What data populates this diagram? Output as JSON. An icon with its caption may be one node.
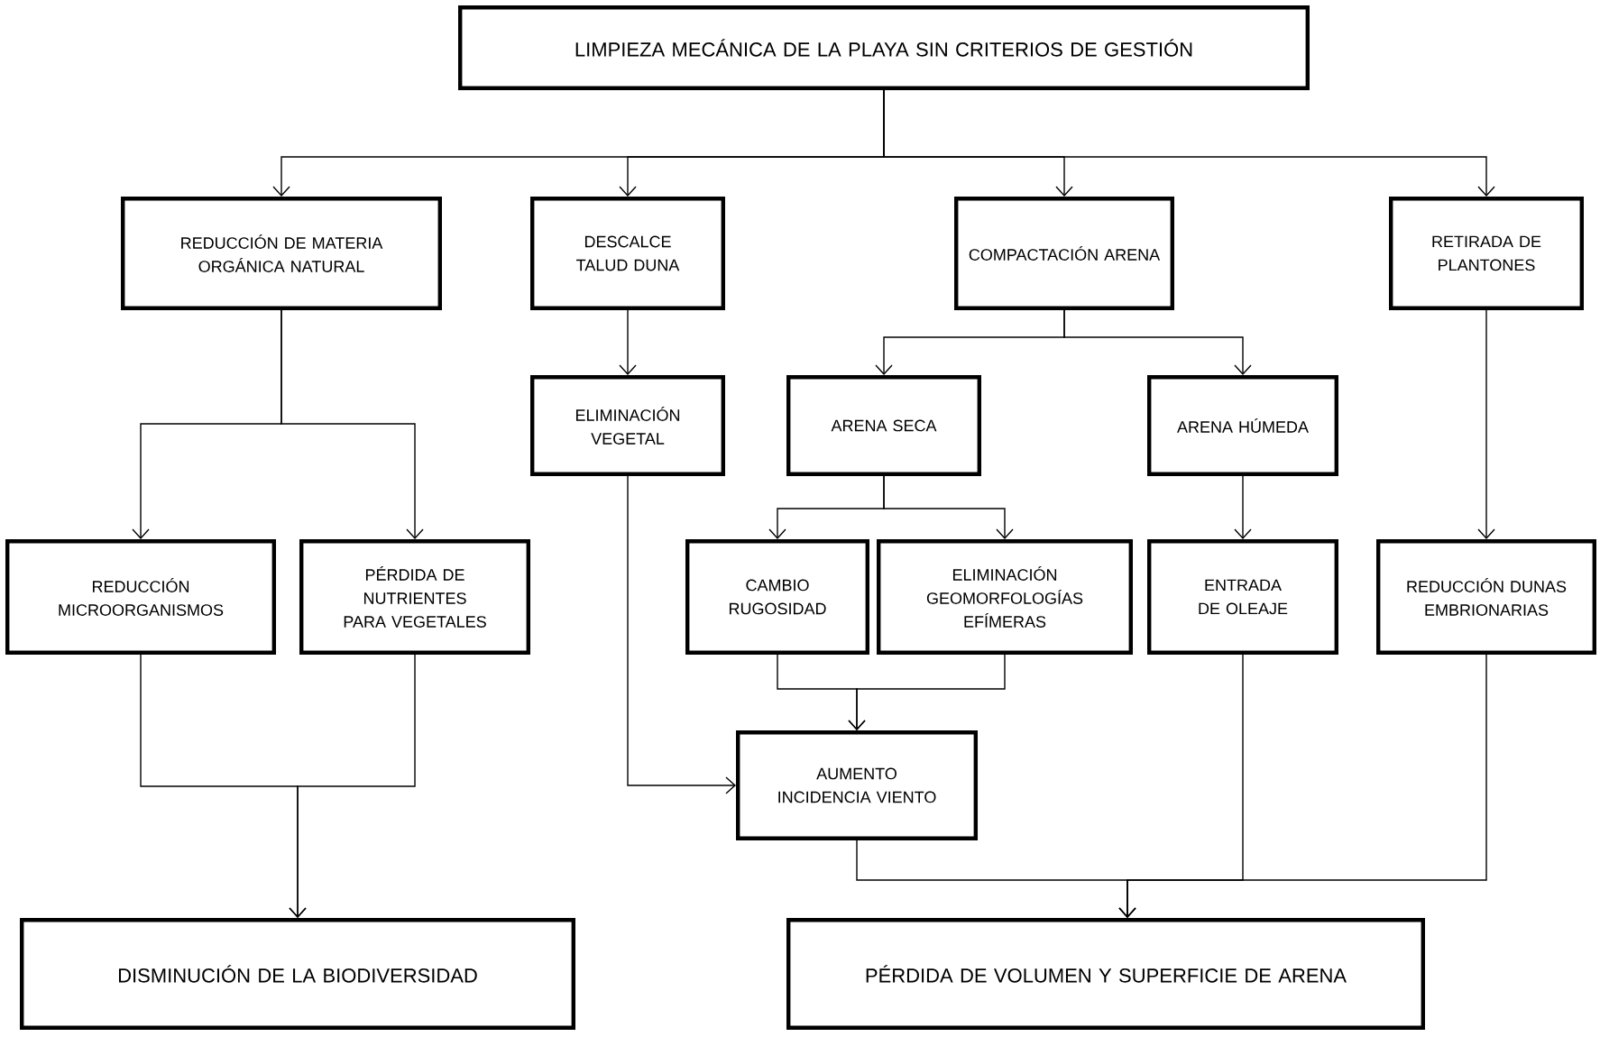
{
  "diagram": {
    "nodes": [
      {
        "text": [
          "LIMPIEZA MECÁNICA DE LA PLAYA SIN CRITERIOS DE GESTIÓN"
        ]
      },
      {
        "text": [
          "REDUCCIÓN DE MATERIA ORGÁNICA NATURAL"
        ]
      },
      {
        "text": [
          "DESCALCE TALUD DUNA"
        ]
      },
      {
        "text": [
          "COMPACTACIÓN ARENA"
        ]
      },
      {
        "text": [
          "RETIRADA DE PLANTONES"
        ]
      },
      {
        "text": [
          "ELIMINACIÓN VEGETAL"
        ]
      },
      {
        "text": [
          "ARENA SECA"
        ]
      },
      {
        "text": [
          "ARENA HÚMEDA"
        ]
      },
      {
        "text": [
          "REDUCCIÓN MICROORGANISMOS"
        ]
      },
      {
        "text": [
          "PÉRDIDA DE NUTRIENTES PARA VEGETALES"
        ]
      },
      {
        "text": [
          "CAMBIO RUGOSIDAD"
        ]
      },
      {
        "text": [
          "ELIMINACIÓN GEOMORFOLOGÍAS EFÍMERAS"
        ]
      },
      {
        "text": [
          "ENTRADA DE OLEAJE"
        ]
      },
      {
        "text": [
          "REDUCCIÓN DUNAS EMBRIONARIAS"
        ]
      },
      {
        "text": [
          "AUMENTO INCIDENCIA VIENTO"
        ]
      },
      {
        "text": [
          "DISMINUCIÓN DE LA BIODIVERSIDAD"
        ]
      },
      {
        "text": [
          "PÉRDIDA DE VOLUMEN Y SUPERFICIE DE ARENA"
        ]
      }
    ],
    "edges": [
      {
        "from": 0,
        "to": 1,
        "arrow": "to"
      },
      {
        "from": 0,
        "to": 2,
        "arrow": "to"
      },
      {
        "from": 0,
        "to": 3,
        "arrow": "to"
      },
      {
        "from": 0,
        "to": 4,
        "arrow": "to"
      },
      {
        "from": 1,
        "to": 8,
        "arrow": "to"
      },
      {
        "from": 1,
        "to": 9,
        "arrow": "to"
      },
      {
        "from": 2,
        "to": 5,
        "arrow": "to"
      },
      {
        "from": 3,
        "to": 6,
        "arrow": "to"
      },
      {
        "from": 3,
        "to": 7,
        "arrow": "to"
      },
      {
        "from": 4,
        "to": 13,
        "arrow": "to"
      },
      {
        "from": 6,
        "to": 10,
        "arrow": "to"
      },
      {
        "from": 6,
        "to": 11,
        "arrow": "to"
      },
      {
        "from": 7,
        "to": 12,
        "arrow": "to"
      },
      {
        "from": 8,
        "to": 15,
        "arrow": "to"
      },
      {
        "from": 9,
        "to": 15,
        "arrow": "to"
      },
      {
        "from": 10,
        "to": 14,
        "arrow": "to"
      },
      {
        "from": 11,
        "to": 14,
        "arrow": "to"
      },
      {
        "from": 5,
        "to": 14,
        "arrow": "to"
      },
      {
        "from": 14,
        "to": 16,
        "arrow": "to"
      },
      {
        "from": 12,
        "to": 16,
        "arrow": "to"
      },
      {
        "from": 13,
        "to": 16,
        "arrow": "to"
      }
    ]
  }
}
